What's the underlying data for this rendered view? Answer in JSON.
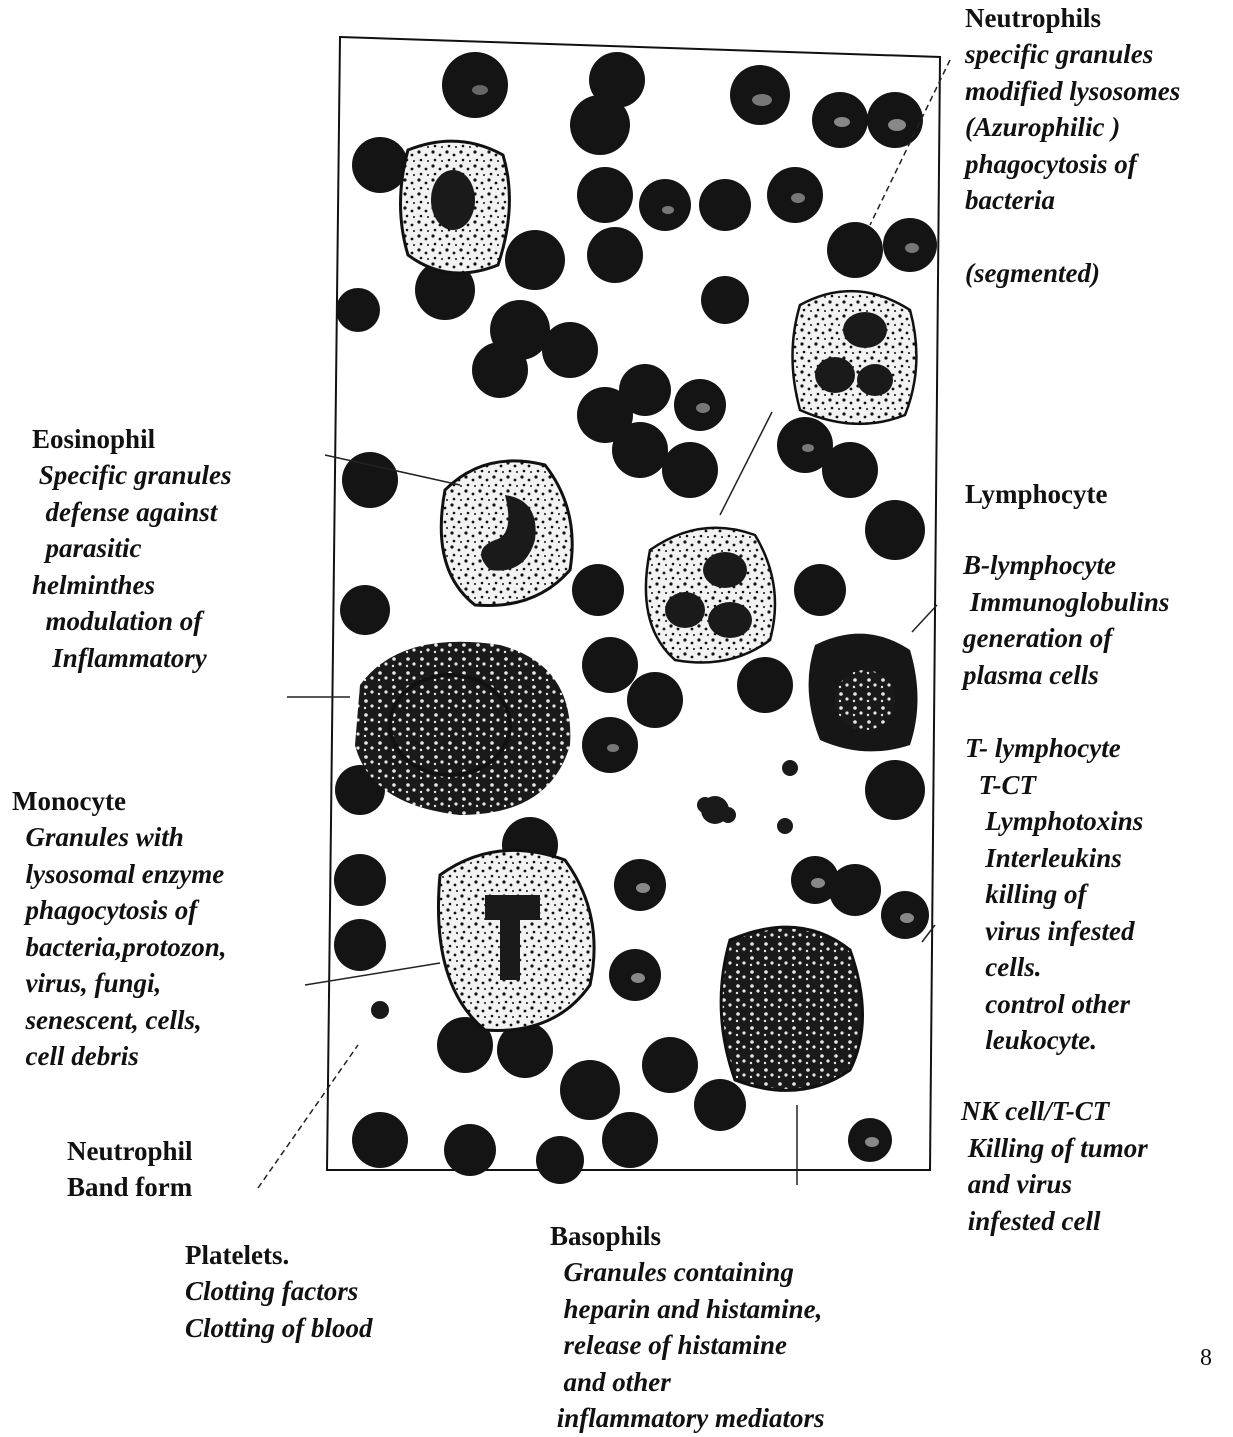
{
  "labels": {
    "neutrophils": {
      "title": "Neutrophils",
      "lines": [
        "specific granules",
        "modified lysosomes",
        "(Azurophilic )",
        "phagocytosis of",
        "bacteria",
        "",
        "(segmented)"
      ]
    },
    "eosinophil": {
      "title": "Eosinophil",
      "lines": [
        " Specific granules",
        "  defense against",
        "  parasitic",
        "helminthes",
        "  modulation of",
        "   Inflammatory"
      ]
    },
    "lymphocyte": {
      "title": "Lymphocyte",
      "b_title": "B-lymphocyte",
      "b_lines": [
        " Immunoglobulins",
        "generation of",
        "plasma cells"
      ],
      "t_title": "T- lymphocyte",
      "t_lines": [
        "  T-CT",
        "   Lymphotoxins",
        "   Interleukins",
        "   killing of",
        "   virus infested",
        "   cells.",
        "   control other",
        "   leukocyte."
      ],
      "nk_title": "NK cell/T-CT",
      "nk_lines": [
        " Killing of tumor",
        " and virus",
        " infested cell"
      ]
    },
    "monocyte": {
      "title": "Monocyte",
      "lines": [
        "  Granules with",
        "  lysosomal enzyme",
        "  phagocytosis of",
        "  bacteria,protozon,",
        "  virus, fungi,",
        "  senescent, cells,",
        "  cell debris"
      ]
    },
    "band": {
      "lines": [
        "Neutrophil",
        "Band form"
      ]
    },
    "platelets": {
      "title": "Platelets.",
      "lines": [
        "Clotting factors",
        "Clotting of blood"
      ]
    },
    "basophils": {
      "title": "Basophils",
      "lines": [
        "  Granules containing",
        "  heparin and histamine,",
        "  release of histamine",
        "  and other",
        " inflammatory mediators"
      ]
    }
  },
  "page_number": "8",
  "colors": {
    "ink": "#111111",
    "cell_dark": "#141414",
    "cell_light": "#f4f4f4"
  }
}
